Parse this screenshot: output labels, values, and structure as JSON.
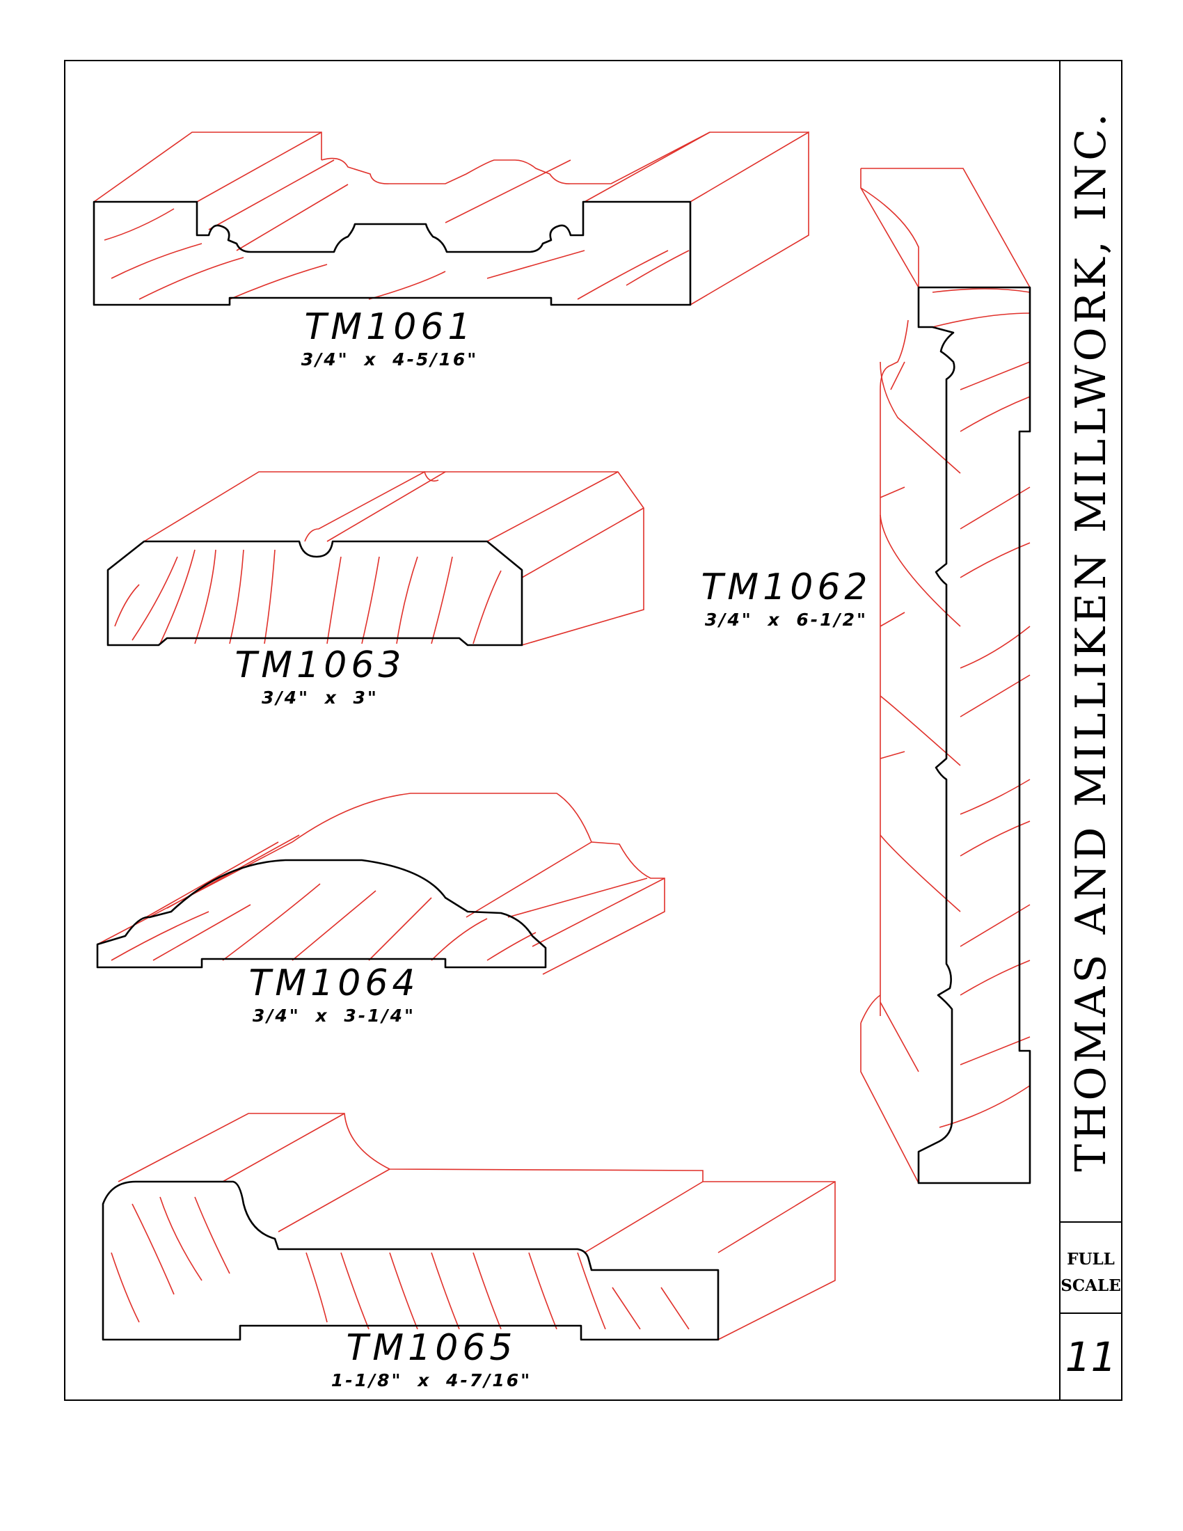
{
  "company": "THOMAS AND MILLIKEN MILLWORK, INC.",
  "scale": {
    "line1": "FULL",
    "line2": "SCALE"
  },
  "page_number": "11",
  "profiles": [
    {
      "code": "TM1061",
      "size": "3/4\" x 4-5/16\""
    },
    {
      "code": "TM1062",
      "size": "3/4\" x 6-1/2\""
    },
    {
      "code": "TM1063",
      "size": "3/4\" x 3\""
    },
    {
      "code": "TM1064",
      "size": "3/4\" x 3-1/4\""
    },
    {
      "code": "TM1065",
      "size": "1-1/8\" x 4-7/16\""
    }
  ],
  "colors": {
    "outline": "#000000",
    "grain": "#e0302a"
  }
}
